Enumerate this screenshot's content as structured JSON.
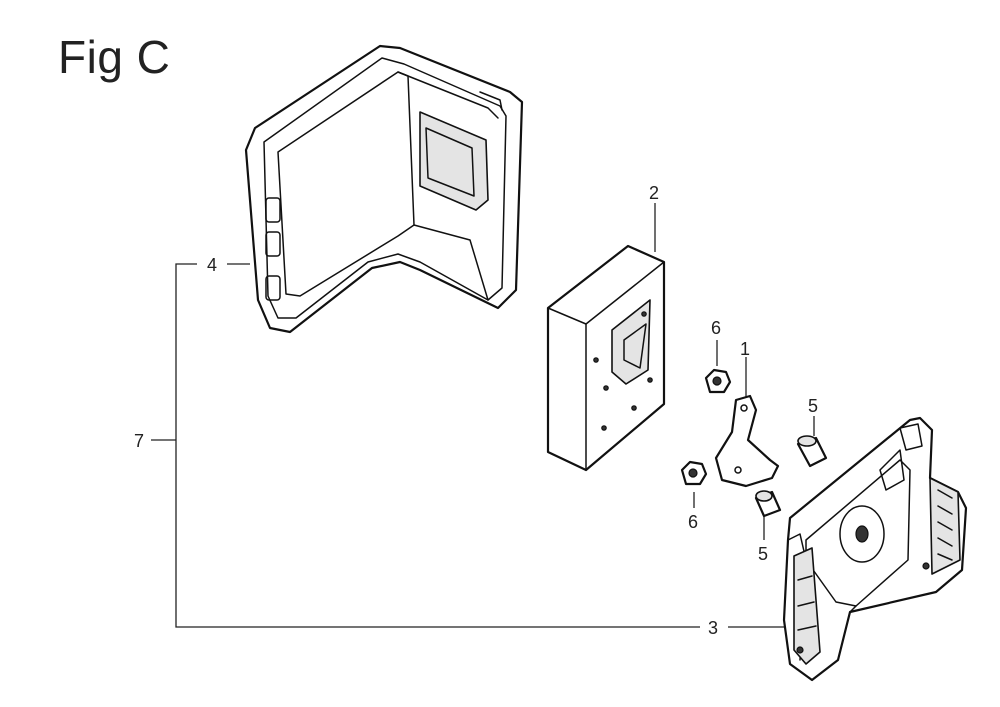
{
  "figure": {
    "title": "Fig C"
  },
  "callouts": {
    "c1": "1",
    "c2": "2",
    "c3": "3",
    "c4": "4",
    "c5a": "5",
    "c5b": "5",
    "c6a": "6",
    "c6b": "6",
    "c7": "7"
  },
  "colors": {
    "line": "#111111",
    "shade": "#e4e4e4"
  }
}
